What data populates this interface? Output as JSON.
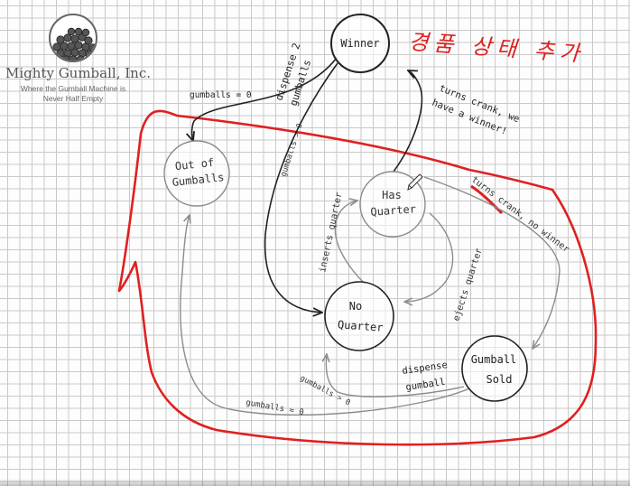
{
  "logo": {
    "brand": "Mighty Gumball, Inc.",
    "tagline": "Where the Gumball Machine is Never Half Empty",
    "icon": "gumball-machine-icon"
  },
  "states": {
    "winner": "Winner",
    "out_of_gumballs": [
      "Out of",
      "Gumballs"
    ],
    "has_quarter": [
      "Has",
      "Quarter"
    ],
    "no_quarter": [
      "No",
      "Quarter"
    ],
    "gumball_sold": [
      "Gumball",
      "Sold"
    ]
  },
  "transitions": {
    "gumballs_zero_top": "gumballs = 0",
    "dispense_2_gumballs": [
      "dispense 2",
      "gumballs"
    ],
    "gumballs_gt_zero_winner": "gumballs > 0",
    "turns_crank_winner": [
      "turns crank, we",
      "have a winner!"
    ],
    "turns_crank_no_winner": "turns crank, no winner",
    "inserts_quarter": "inserts quarter",
    "ejects_quarter": "ejects quarter",
    "dispense_gumball": [
      "dispense",
      "gumball"
    ],
    "gumballs_gt_zero_bottom": "gumballs > 0",
    "gumballs_zero_bottom": "gumballs = 0"
  },
  "annotation": {
    "korean_note": "경품 상태 추가"
  },
  "colors": {
    "ink": "#222222",
    "grey_arrow": "#8c8c8c",
    "annotation_red": "#e02020",
    "grid": "#c9c9c9"
  }
}
